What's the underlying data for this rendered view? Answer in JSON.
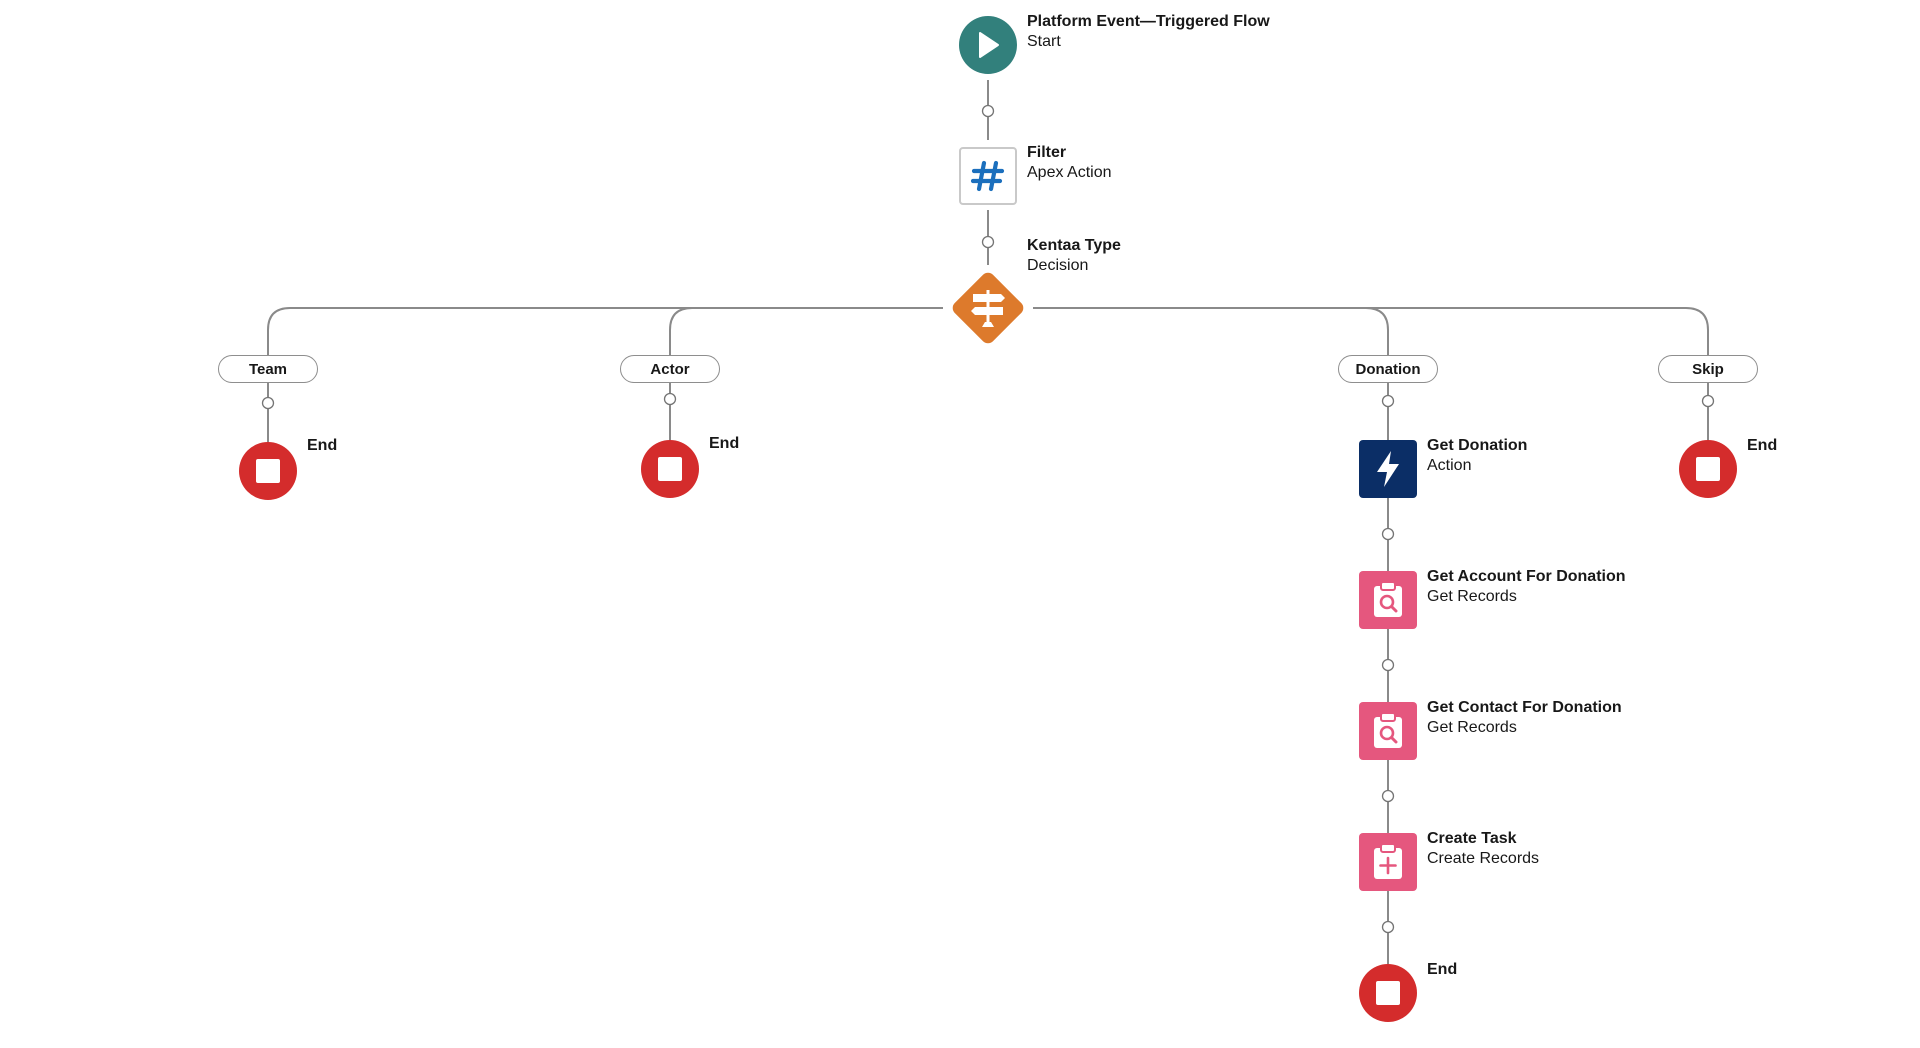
{
  "flow": {
    "start": {
      "title": "Platform Event—Triggered Flow",
      "subtitle": "Start",
      "icon": "play-icon"
    },
    "filter": {
      "title": "Filter",
      "subtitle": "Apex Action",
      "icon": "apex-hash-icon"
    },
    "decision": {
      "title": "Kentaa Type",
      "subtitle": "Decision",
      "icon": "decision-signpost-icon"
    },
    "outcomes": [
      "Team",
      "Actor",
      "Donation",
      "Skip"
    ],
    "team_end": {
      "title": "End",
      "icon": "stop-icon"
    },
    "actor_end": {
      "title": "End",
      "icon": "stop-icon"
    },
    "skip_end": {
      "title": "End",
      "icon": "stop-icon"
    },
    "get_donation": {
      "title": "Get Donation",
      "subtitle": "Action",
      "icon": "lightning-icon"
    },
    "get_account": {
      "title": "Get Account For Donation",
      "subtitle": "Get Records",
      "icon": "clipboard-search-icon"
    },
    "get_contact": {
      "title": "Get Contact For Donation",
      "subtitle": "Get Records",
      "icon": "clipboard-search-icon"
    },
    "create_task": {
      "title": "Create Task",
      "subtitle": "Create Records",
      "icon": "clipboard-add-icon"
    },
    "donation_end": {
      "title": "End",
      "icon": "stop-icon"
    }
  },
  "colors": {
    "start": "#32807c",
    "decision": "#dd7a2c",
    "action": "#0b2e66",
    "records": "#e5577e",
    "end": "#d42c2c",
    "apex_icon": "#1b6fbd",
    "connector": "#747474"
  }
}
